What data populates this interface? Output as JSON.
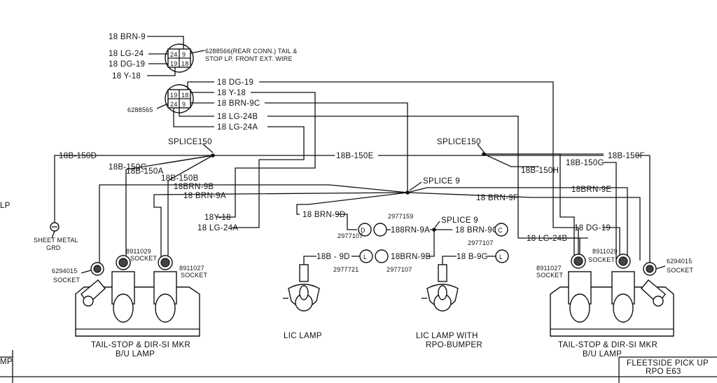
{
  "title_block": {
    "line1": "FLEETSIDE PICK UP",
    "line2": "RPO E63"
  },
  "edge_labels": {
    "left": "LP",
    "bottom_left": "MP"
  },
  "connector_top": {
    "part_label": "6288566(REAR CONN.) TAIL &",
    "part_label2": "STOP LP. FRONT EXT. WIRE",
    "pins": [
      "24",
      "9",
      "19",
      "18"
    ],
    "wires": [
      "18 BRN-9",
      "18 LG-24",
      "18 DG-19",
      "18 Y-18"
    ]
  },
  "connector_mid": {
    "part_label": "6288565",
    "pins": [
      "19",
      "18",
      "24",
      "9"
    ],
    "wires": [
      "18 DG-19",
      "18 Y-18",
      "18 BRN-9C",
      "18 LG-24B",
      "18 LG-24A"
    ]
  },
  "splices": {
    "left": "SPLICE150",
    "right": "SPLICE150",
    "center": "SPLICE 9",
    "lic": "SPLICE 9"
  },
  "wires": {
    "b150d": "18B-150D",
    "b150c": "18B-150C",
    "b150a": "18B-150A",
    "b150b": "18B-150B",
    "b150e": "18B-150E",
    "b150f": "18B-150F",
    "b150g": "18B-150G",
    "b150h": "18B-150H",
    "brn9b": "18BRN-9B",
    "brn9a": "18 BRN-9A",
    "brn9e": "18BRN-9E",
    "brn9f": "18 BRN-9F",
    "y18": "18Y-18",
    "lg24a": "18 LG-24A",
    "dg19": "18 DG-19",
    "lg24b": "18 LG-24B",
    "brn9d": "18 BRN-9D",
    "brn9a2": "188RN-9A",
    "brn9c2": "18 BRN-9C",
    "b9d": "18B - 9D",
    "brn9b2": "18BRN-9B",
    "b9g": "18 B-9G"
  },
  "parts": {
    "p2977159": "2977159",
    "p2977107a": "2977107",
    "p2977107b": "2977107",
    "p2977107c": "2977107",
    "p2977721": "2977721",
    "socket_8911029": "8911029",
    "socket_8911027": "8911027",
    "socket_6294015": "6294015",
    "socket": "SOCKET"
  },
  "connector_letters": {
    "d": "D",
    "c": "C",
    "l": "L"
  },
  "ground": {
    "label": "SHEET METAL",
    "label2": "GRD"
  },
  "lamps": {
    "left_name": "TAIL-STOP & DIR-SI MKR",
    "left_name2": "B/U LAMP",
    "right_name": "TAIL-STOP & DIR-SI MKR",
    "right_name2": "B/U LAMP",
    "lic": "LIC LAMP",
    "lic_bumper": "LIC LAMP WITH",
    "lic_bumper2": "RPO-BUMPER"
  }
}
